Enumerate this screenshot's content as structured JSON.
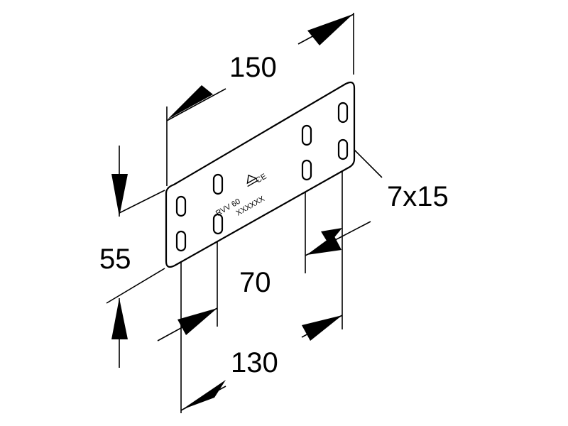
{
  "dimensions": {
    "length": "150",
    "height": "55",
    "hole_spacing_short": "70",
    "hole_spacing_long": "130",
    "slot_size": "7x15"
  },
  "stamp": {
    "model": "RVV 60",
    "ce_mark": "CE",
    "serial": "XXXXXX"
  }
}
